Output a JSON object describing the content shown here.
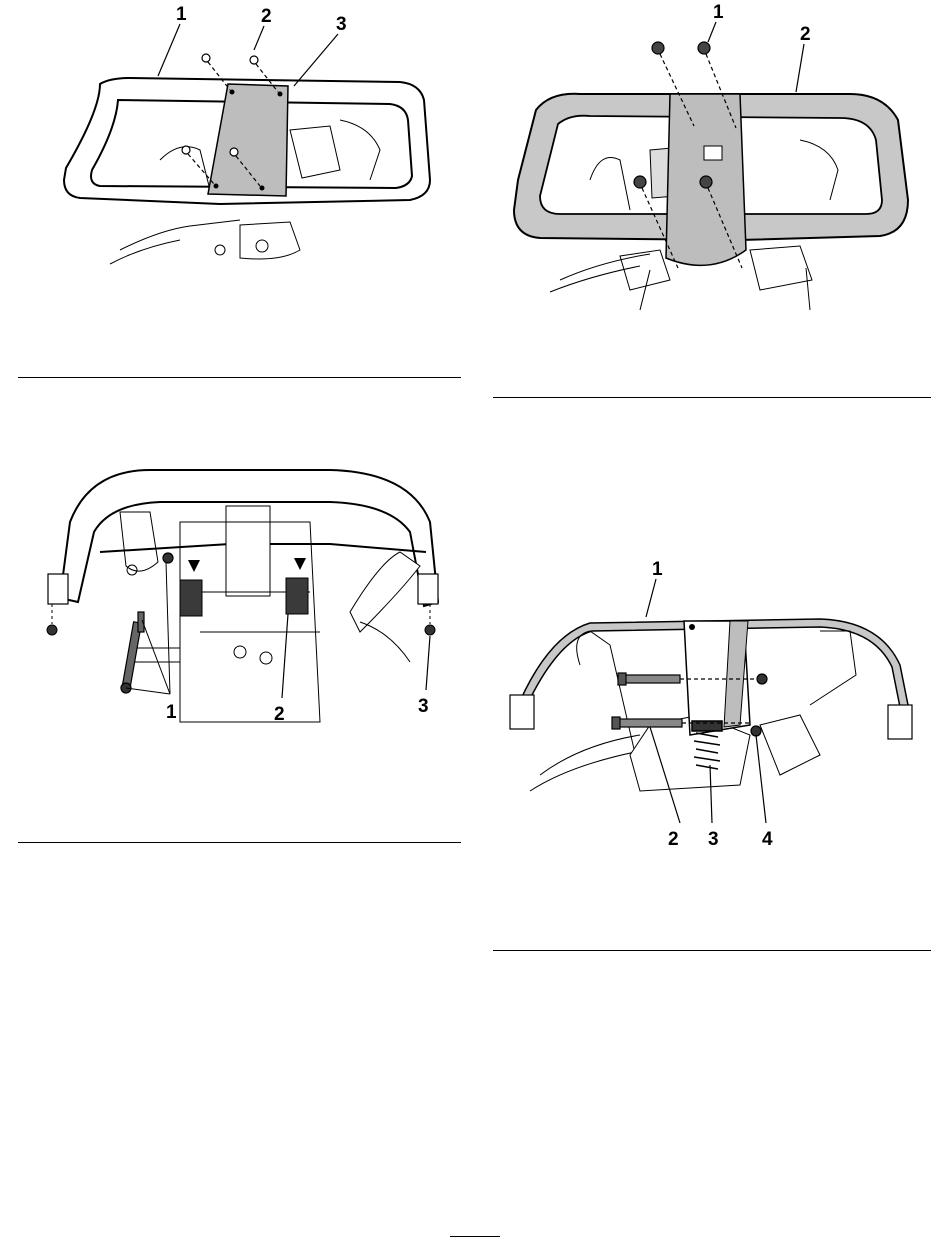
{
  "figures": [
    {
      "id": "fig-top-left",
      "callouts": [
        "1",
        "2",
        "3"
      ],
      "description_parts": [
        "handle-bar",
        "screws",
        "cover-plate"
      ]
    },
    {
      "id": "fig-top-right",
      "callouts": [
        "1",
        "2"
      ],
      "description_parts": [
        "bolts",
        "handle-bar"
      ]
    },
    {
      "id": "fig-bottom-left",
      "callouts": [
        "1",
        "2",
        "3"
      ],
      "description_parts": [
        "bolts",
        "switch",
        "nut"
      ]
    },
    {
      "id": "fig-bottom-right",
      "callouts": [
        "1",
        "2",
        "3",
        "4"
      ],
      "description_parts": [
        "handle-bar",
        "bolt",
        "spring",
        "nut"
      ]
    }
  ],
  "colors": {
    "line": "#000000",
    "plate_fill": "#bdbdbd",
    "bar_fill": "#c8c8c8",
    "switch_fill": "#3a3a3a"
  }
}
